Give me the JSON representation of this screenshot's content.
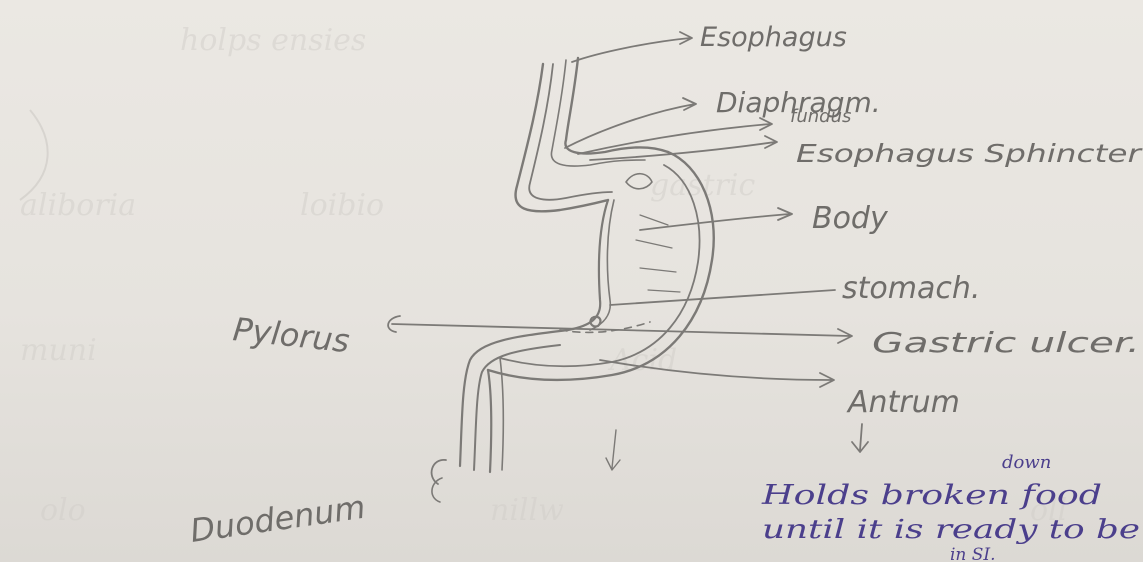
{
  "labels": {
    "esophagus": "Esophagus",
    "diaphragm": "Diaphragm.",
    "fundus": "fundus",
    "sphincter": "Esophagus Sphincter",
    "body": "Body",
    "stomach": "stomach.",
    "gastric_ulcer": "Gastric ulcer.",
    "antrum": "Antrum",
    "pylorus": "Pylorus",
    "duodenum": "Duodenum"
  },
  "annotation": {
    "line1_above": "down",
    "line2": "Holds broken food",
    "line3": "until it is ready to be",
    "line3_under": "in SI."
  },
  "colors": {
    "pencil": "#6f6d6a",
    "ink": "#4b3f8c",
    "paper": "#e9e6e1"
  }
}
